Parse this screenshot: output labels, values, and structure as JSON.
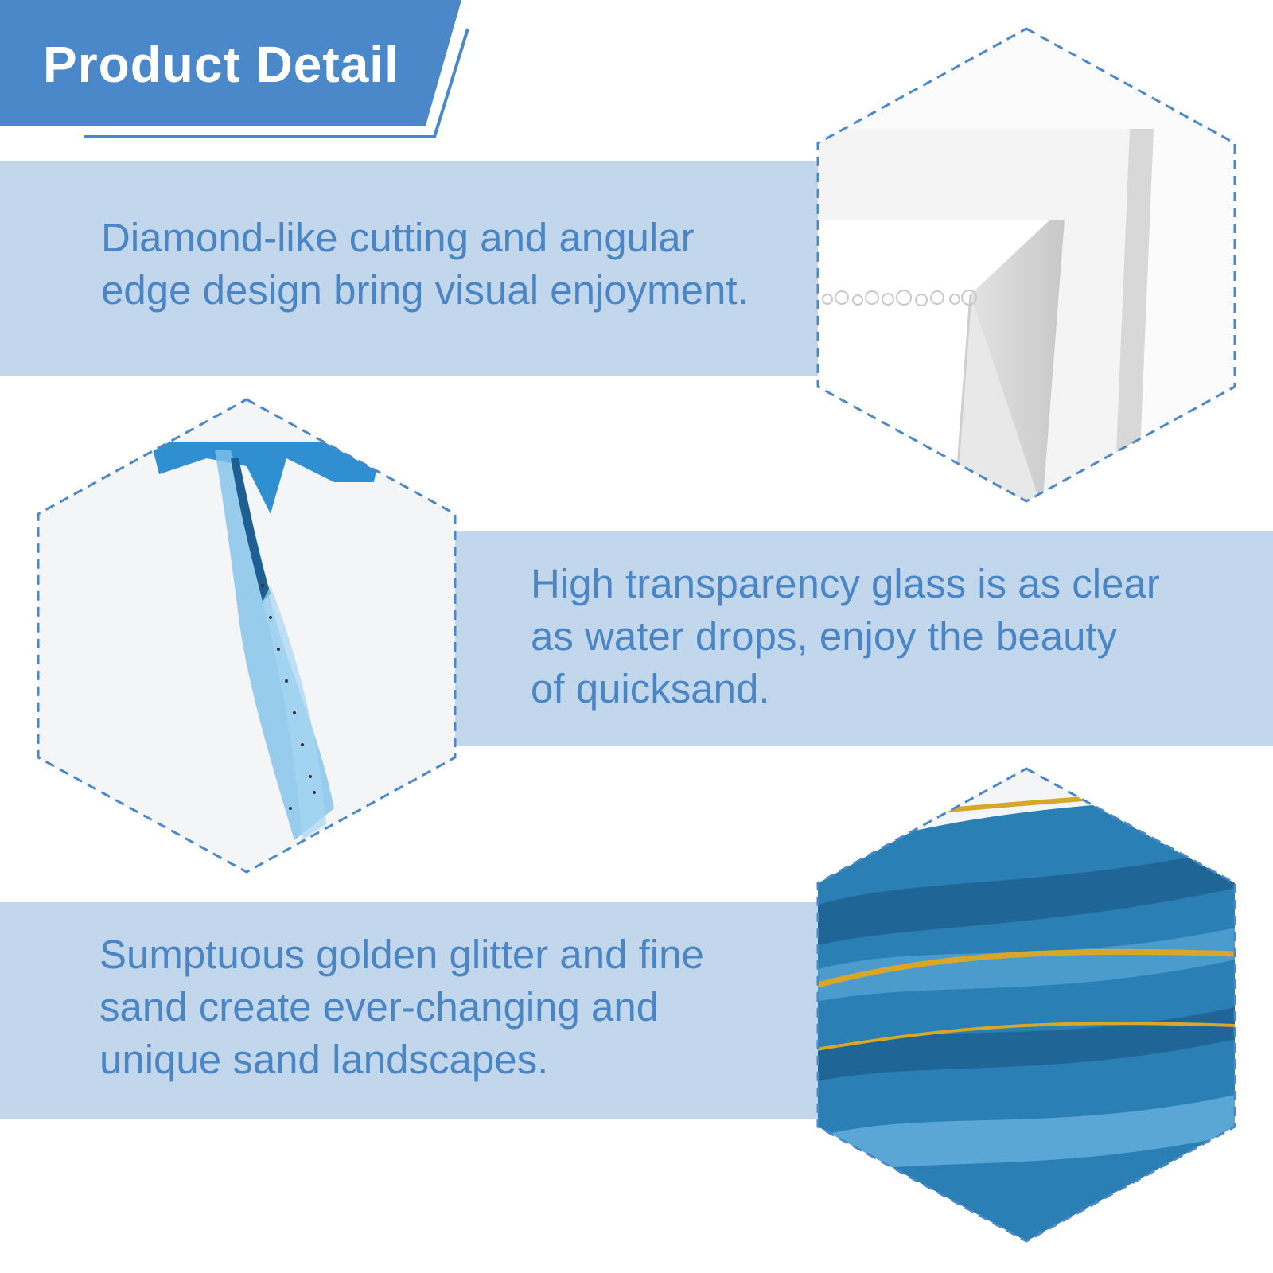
{
  "header": {
    "title": "Product Detail",
    "color": "#4a88c9"
  },
  "colors": {
    "band": "#c2d6ec",
    "text": "#4a86c5",
    "dash": "#4a88c9"
  },
  "features": [
    {
      "text": "Diamond-like cutting and angular\nedge design bring visual enjoyment.",
      "image": "beveled-glass-edge"
    },
    {
      "text": "High transparency glass is as clear\nas water drops, enjoy the beauty\nof quicksand.",
      "image": "blue-quicksand-glass"
    },
    {
      "text": "Sumptuous golden glitter and fine\nsand create ever-changing and\nunique sand landscapes.",
      "image": "gold-glitter-blue-sand"
    }
  ]
}
